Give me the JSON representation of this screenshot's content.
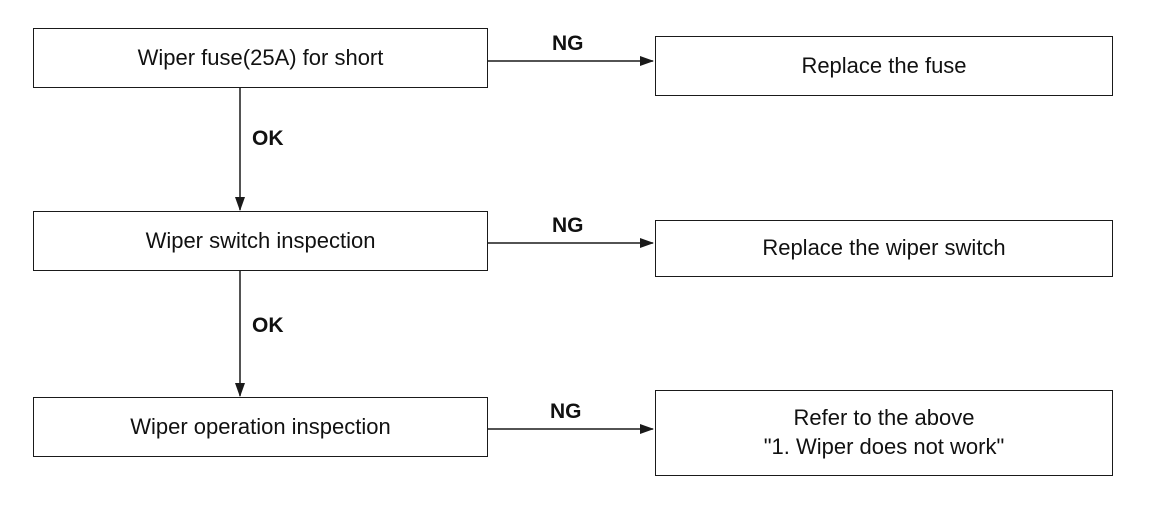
{
  "flowchart": {
    "steps": [
      {
        "text": "Wiper fuse(25A) for short"
      },
      {
        "text": "Wiper switch inspection"
      },
      {
        "text": "Wiper operation inspection"
      }
    ],
    "results": [
      {
        "text": "Replace the fuse"
      },
      {
        "text": "Replace the wiper switch"
      },
      {
        "lines": [
          "Refer to the above",
          "\"1. Wiper does not work\""
        ]
      }
    ],
    "branch_labels": {
      "ng": "NG",
      "ok": "OK"
    }
  }
}
